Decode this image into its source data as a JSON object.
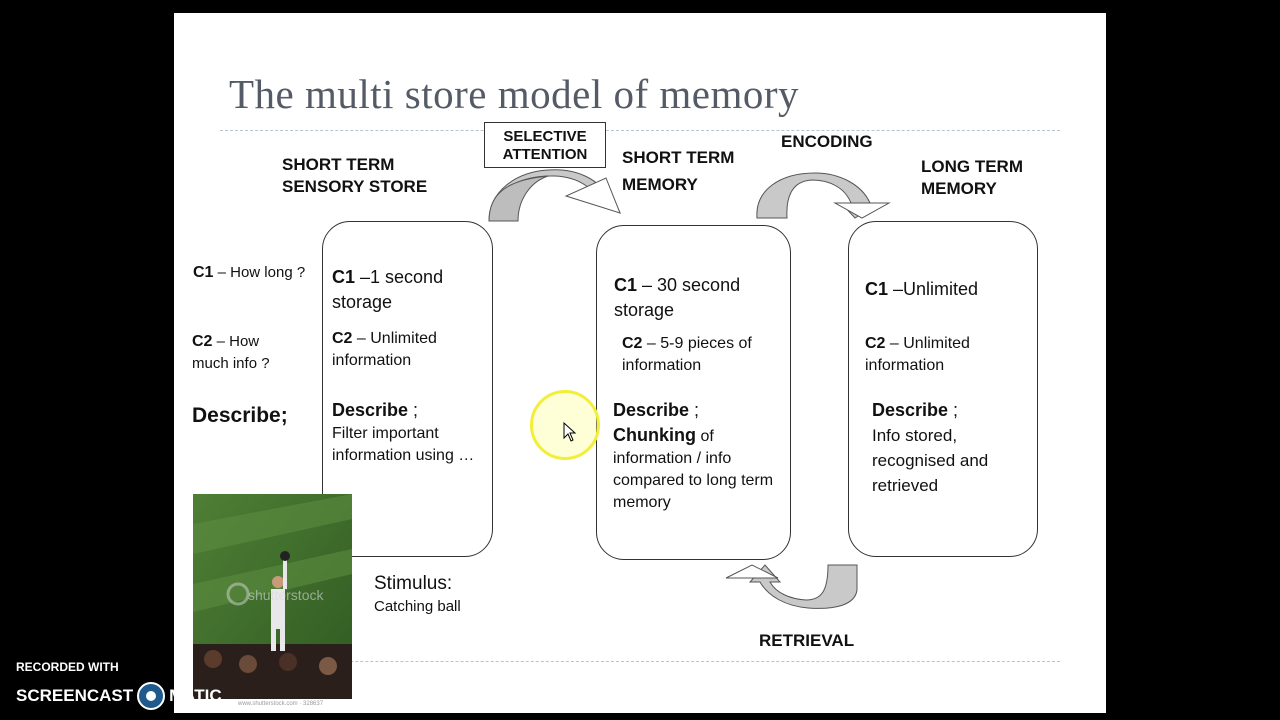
{
  "slide": {
    "title": "The multi store model of memory"
  },
  "criteria": {
    "c1_label": "C1",
    "c1_text": " – How long ?",
    "c2_label": "C2",
    "c2_text": " – How much info ?",
    "describe": "Describe;"
  },
  "sensory_store": {
    "header_line1": "SHORT TERM",
    "header_line2": "SENSORY STORE",
    "c1_label": "C1",
    "c1_text": " –1 second storage",
    "c2_label": "C2",
    "c2_text": " – Unlimited information",
    "describe_label": "Describe",
    "describe_suffix": " ;",
    "describe_text": "Filter important information using …"
  },
  "selective_attention": {
    "line1": "SELECTIVE",
    "line2": "ATTENTION"
  },
  "short_term_memory": {
    "header_line1": "SHORT TERM",
    "header_line2": "MEMORY",
    "c1_label": "C1",
    "c1_text": " – 30 second storage",
    "c2_label": "C2",
    "c2_text": " – 5-9 pieces of information",
    "describe_label": "Describe",
    "describe_suffix": " ;",
    "chunking_label": "Chunking",
    "describe_text": " of information / info compared to long term memory"
  },
  "encoding": {
    "label": "ENCODING"
  },
  "retrieval": {
    "label": "RETRIEVAL"
  },
  "long_term_memory": {
    "header_line1": "LONG TERM",
    "header_line2": "MEMORY",
    "c1_label": "C1",
    "c1_text": " –Unlimited",
    "c2_label": "C2",
    "c2_text": " – Unlimited information",
    "describe_label": "Describe",
    "describe_suffix": " ;",
    "describe_text": "Info stored, recognised and retrieved"
  },
  "stimulus": {
    "label": "Stimulus:",
    "text": "Catching ball"
  },
  "photo": {
    "watermark": "shutterstock",
    "caption": "www.shutterstock.com · 328637"
  },
  "recorder": {
    "line1": "RECORDED WITH",
    "brand_left": "SCREENCAST",
    "brand_right": "MATIC"
  },
  "colors": {
    "arrow_fill": "#c9c9c9",
    "cursor_highlight": "#f2ef3a",
    "title": "#555b66"
  }
}
